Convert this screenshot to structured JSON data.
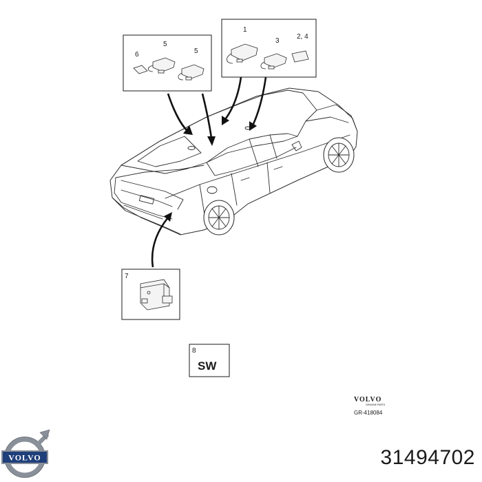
{
  "callouts": {
    "c1": "1",
    "c3": "3",
    "c24": "2, 4",
    "c6": "6",
    "c5a": "5",
    "c5b": "5",
    "c7": "7",
    "c8": "8"
  },
  "software_box_text": "SW",
  "brand_small": "VOLVO",
  "brand_service_text": "GENUINE PARTS",
  "reference_code": "GR-418084",
  "logo_text": "VOLVO",
  "part_number": "31494702",
  "colors": {
    "line": "#1a1a1a",
    "logo_blue": "#1f3f7a",
    "logo_steel": "#8a9099"
  }
}
